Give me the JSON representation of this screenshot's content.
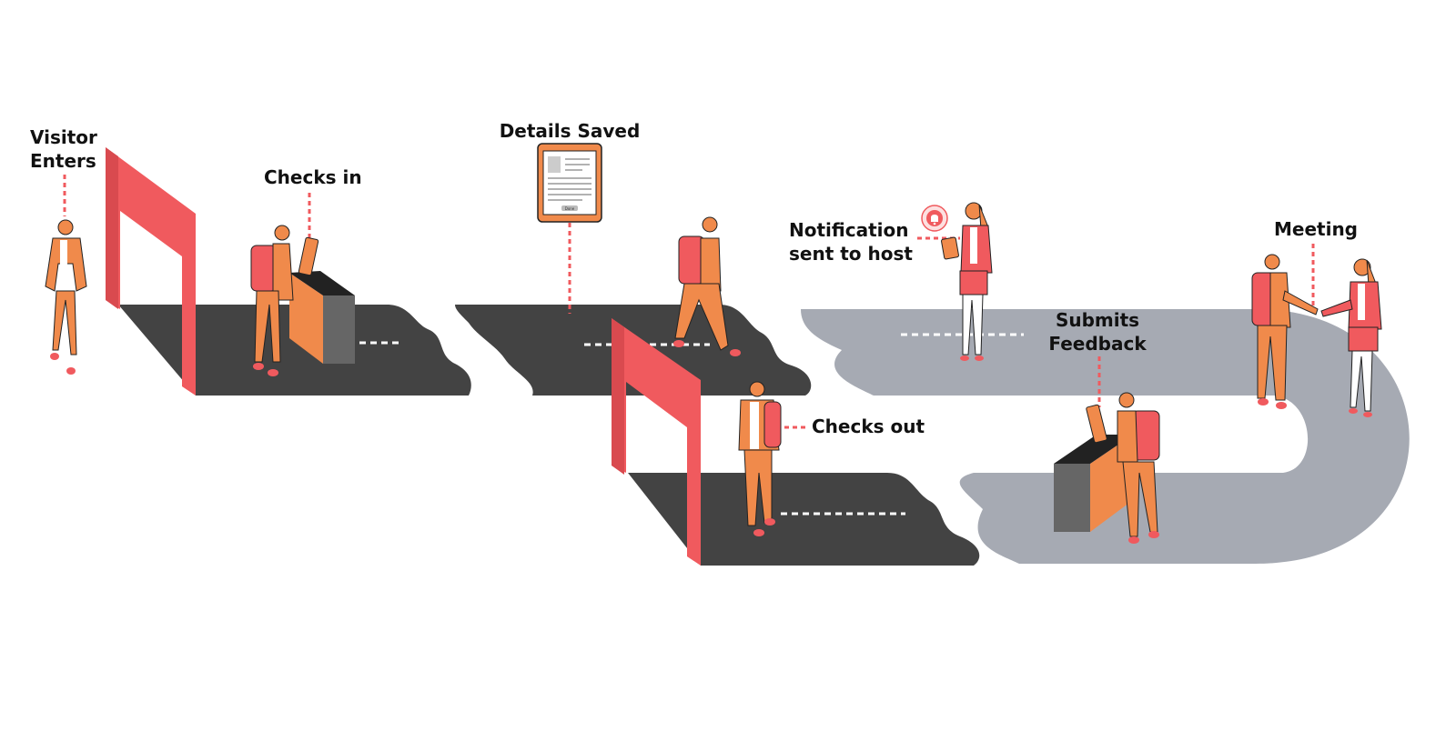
{
  "colors": {
    "road_dark": "#434343",
    "road_light": "#a6aab3",
    "gate": "#f05a5e",
    "skin_orange": "#f08a4b",
    "accent_red": "#f05a5e",
    "desk_side": "#666666",
    "dashes": "#ffffff"
  },
  "steps": {
    "visitor_enters": "Visitor\nEnters",
    "checks_in": "Checks in",
    "details_saved": "Details Saved",
    "notification": "Notification\nsent to host",
    "meeting": "Meeting",
    "submits_feedback": "Submits\nFeedback",
    "checks_out": "Checks out"
  },
  "tablet": {
    "button_label": "Done"
  },
  "icons": {
    "notification": "bell-icon",
    "tablet": "tablet-icon"
  }
}
